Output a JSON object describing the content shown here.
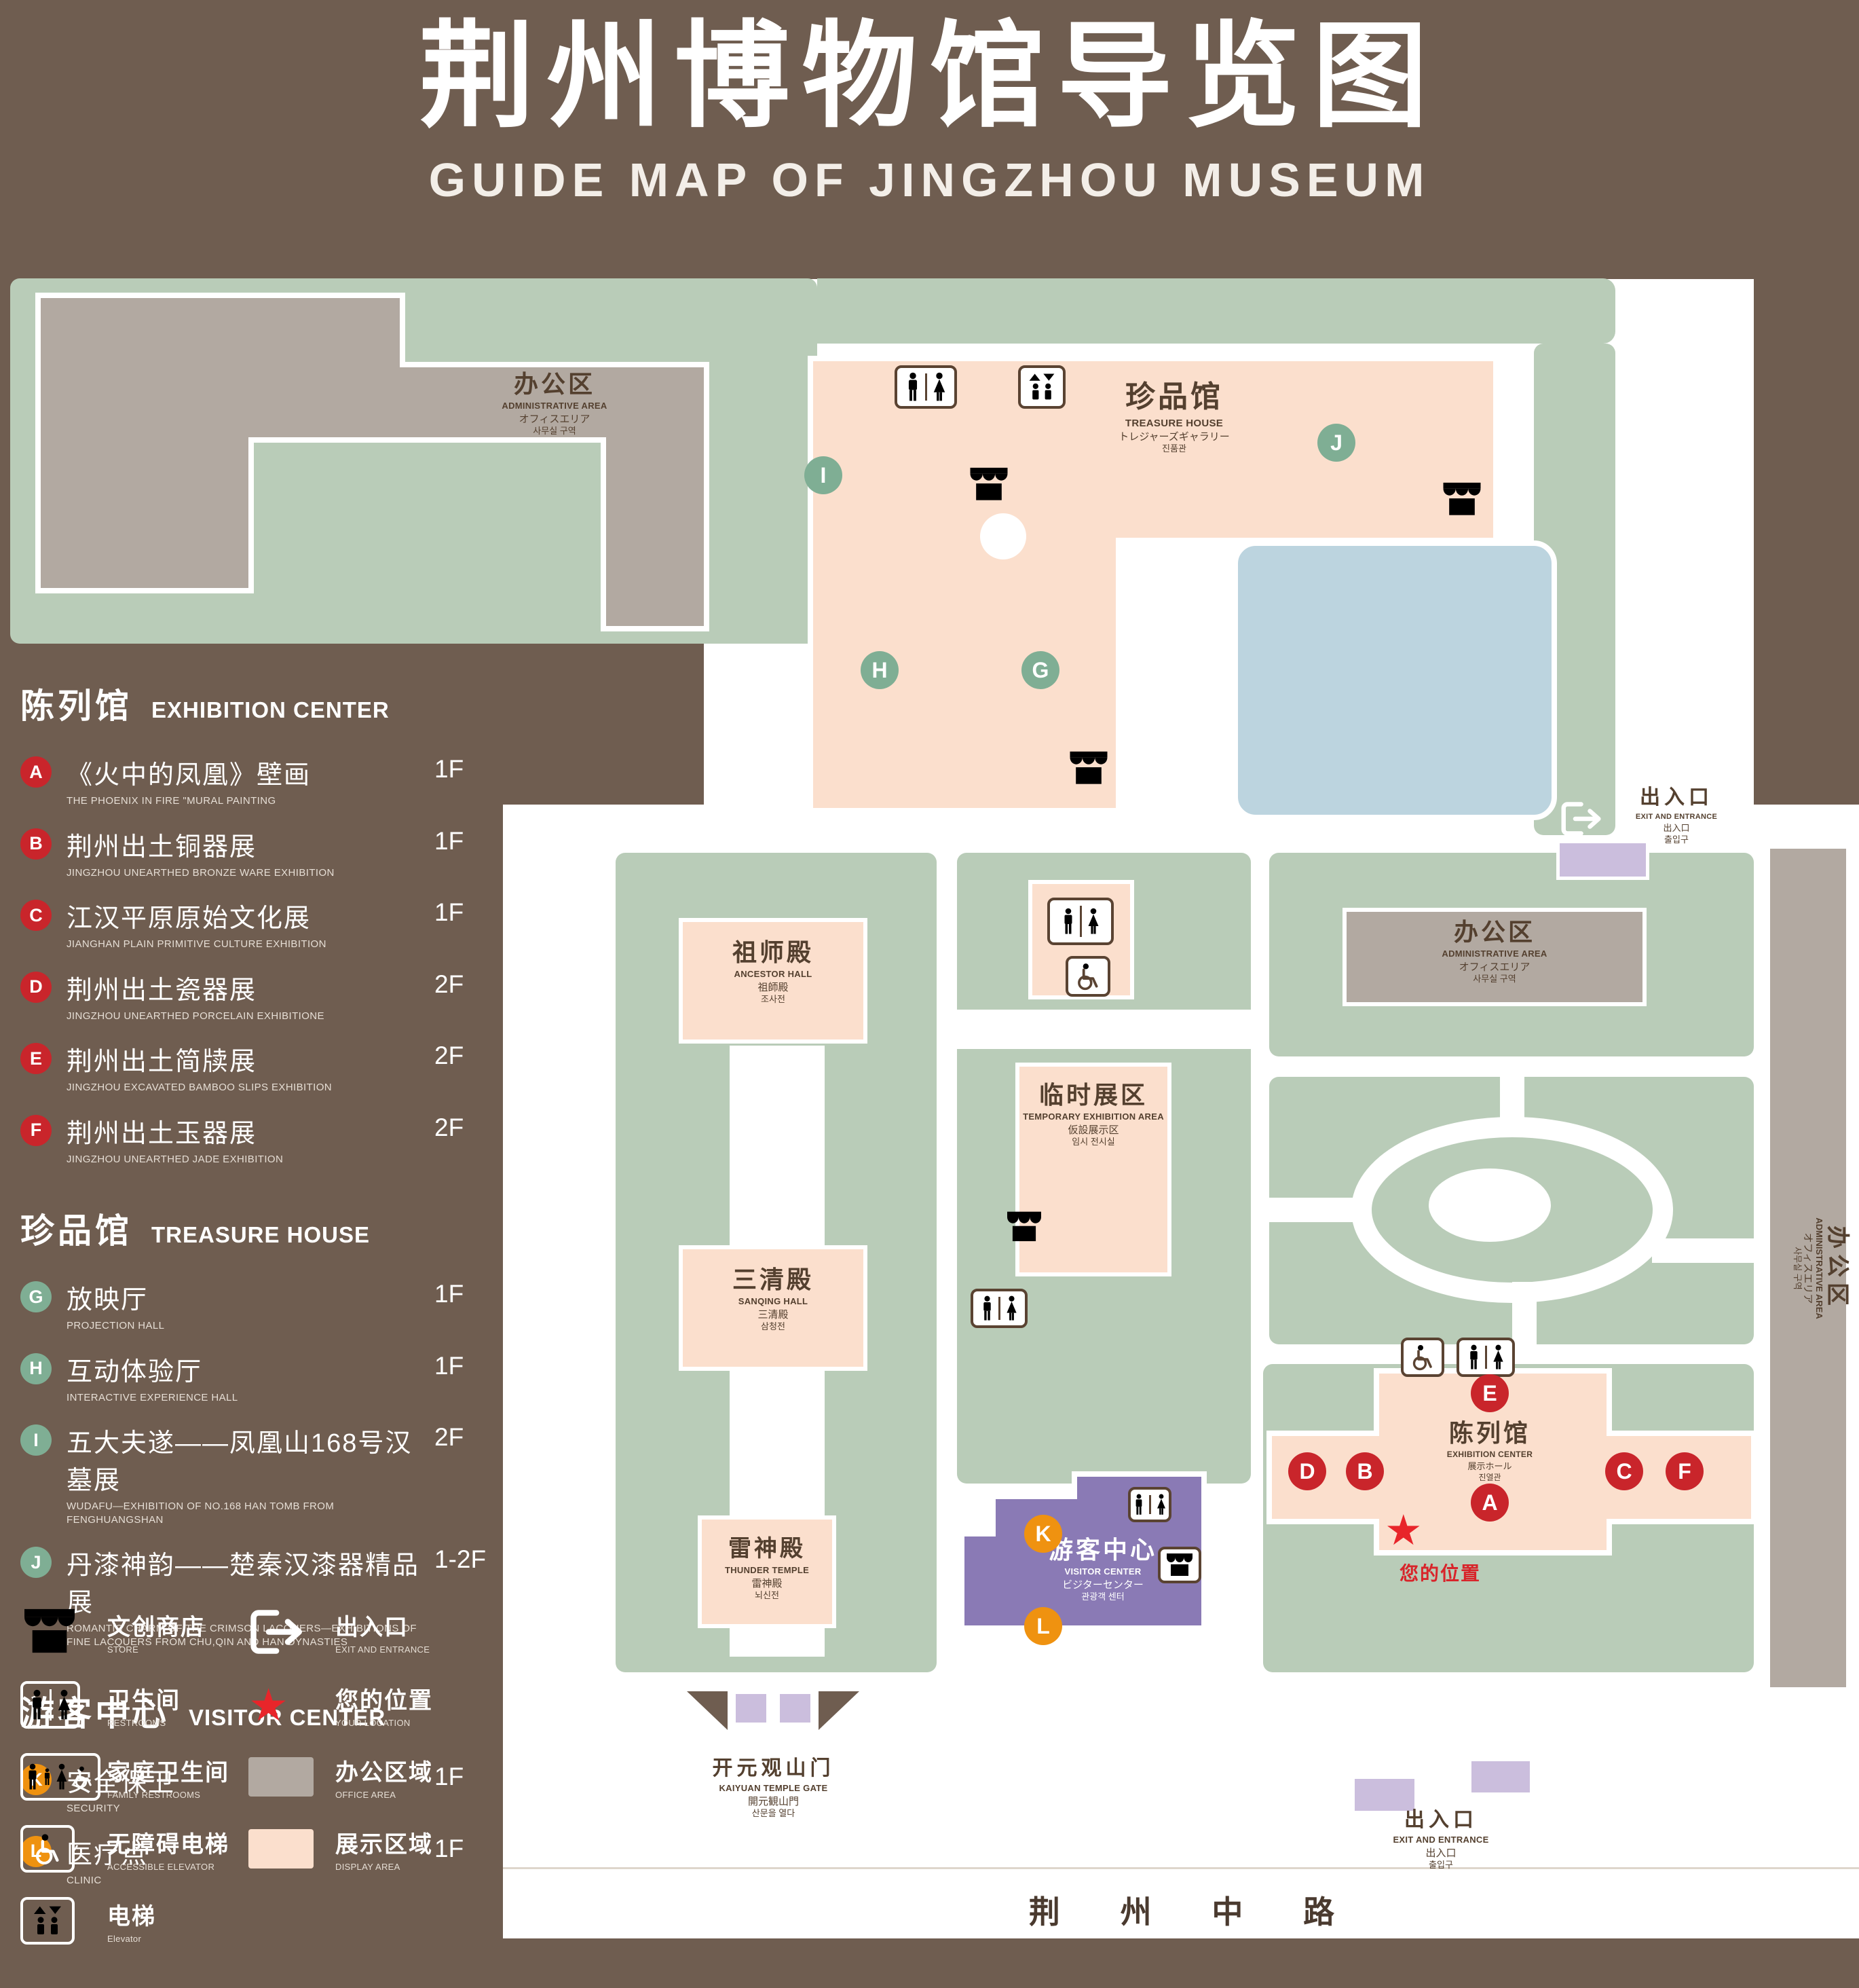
{
  "title": {
    "cn": "荆州博物馆导览图",
    "en": "GUIDE MAP OF JINGZHOU MUSEUM"
  },
  "colors": {
    "background": "#6F5D50",
    "lawn": "#B9CCB8",
    "display_area": "#FBDFCD",
    "office_area": "#B2A9A1",
    "visitor_center": "#8A7AB5",
    "entrance_block": "#CBBEDD",
    "pond": "#BCD4DF",
    "marker_red": "#C9252B",
    "marker_green": "#7FAE94",
    "marker_orange": "#EF9210",
    "accent_red": "#D8242A"
  },
  "legend": {
    "sections": [
      {
        "title_cn": "陈列馆",
        "title_en": "EXHIBITION CENTER",
        "items": [
          {
            "key": "A",
            "cn": "《火中的凤凰》壁画",
            "en": "THE PHOENIX IN FIRE \"MURAL PAINTING",
            "floor": "1F"
          },
          {
            "key": "B",
            "cn": "荆州出土铜器展",
            "en": "JINGZHOU UNEARTHED BRONZE WARE EXHIBITION",
            "floor": "1F"
          },
          {
            "key": "C",
            "cn": "江汉平原原始文化展",
            "en": "JIANGHAN PLAIN PRIMITIVE CULTURE EXHIBITION",
            "floor": "1F"
          },
          {
            "key": "D",
            "cn": "荆州出土瓷器展",
            "en": "JINGZHOU UNEARTHED PORCELAIN EXHIBITIONE",
            "floor": "2F"
          },
          {
            "key": "E",
            "cn": "荆州出土简牍展",
            "en": "JINGZHOU EXCAVATED BAMBOO SLIPS EXHIBITION",
            "floor": "2F"
          },
          {
            "key": "F",
            "cn": "荆州出土玉器展",
            "en": "JINGZHOU UNEARTHED JADE EXHIBITION",
            "floor": "2F"
          }
        ]
      },
      {
        "title_cn": "珍品馆",
        "title_en": "TREASURE HOUSE",
        "items": [
          {
            "key": "G",
            "cn": "放映厅",
            "en": "PROJECTION HALL",
            "floor": "1F"
          },
          {
            "key": "H",
            "cn": "互动体验厅",
            "en": "INTERACTIVE EXPERIENCE HALL",
            "floor": "1F"
          },
          {
            "key": "I",
            "cn": "五大夫遂——凤凰山168号汉墓展",
            "en": "WUDAFU—EXHIBITION OF NO.168 HAN TOMB FROM FENGHUANGSHAN",
            "floor": "2F"
          },
          {
            "key": "J",
            "cn": "丹漆神韵——楚秦汉漆器精品展",
            "en": "ROMANTIC CHARM OF THE CRIMSON LACQUERS—EXHIBITIONS OF FINE LACQUERS FROM CHU,QIN AND HAN DYNASTIES",
            "floor": "1-2F"
          }
        ]
      },
      {
        "title_cn": "游客中心",
        "title_en": "VISITOR CENTER",
        "items": [
          {
            "key": "K",
            "cn": "安全保卫",
            "en": "SECURITY",
            "floor": "1F"
          },
          {
            "key": "L",
            "cn": "医疗点",
            "en": "CLINIC",
            "floor": "1F"
          }
        ]
      }
    ],
    "symbols": [
      {
        "cn": "文创商店",
        "en": "STORE",
        "icon": "store-icon"
      },
      {
        "cn": "出入口",
        "en": "EXIT AND ENTRANCE",
        "icon": "exit-icon"
      },
      {
        "cn": "卫生间",
        "en": "RESTROOMS",
        "icon": "restroom-icon"
      },
      {
        "cn": "您的位置",
        "en": "YOUR LOCATION",
        "icon": "location-star-icon"
      },
      {
        "cn": "家庭卫生间",
        "en": "FAMILY RESTROOMS",
        "icon": "family-restroom-icon"
      },
      {
        "cn": "办公区域",
        "en": "OFFICE AREA",
        "icon": "office-swatch"
      },
      {
        "cn": "无障碍电梯",
        "en": "ACCESSIBLE ELEVATOR",
        "icon": "accessible-elevator-icon"
      },
      {
        "cn": "展示区域",
        "en": "DISPLAY AREA",
        "icon": "display-swatch"
      },
      {
        "cn": "电梯",
        "en": "Elevator",
        "icon": "elevator-icon"
      }
    ]
  },
  "map": {
    "labels": {
      "admin_top_left": {
        "cn": "办公区",
        "en": "ADMINISTRATIVE AREA",
        "jp": "オフィスエリア",
        "kr": "사무실 구역"
      },
      "treasure_house": {
        "cn": "珍品馆",
        "en": "TREASURE HOUSE",
        "jp": "トレジャーズギャラリー",
        "kr": "진품관"
      },
      "exit_right": {
        "cn": "出入口",
        "en": "EXIT AND ENTRANCE",
        "jp": "出入口",
        "kr": "출입구"
      },
      "admin_right": {
        "cn": "办公区",
        "en": "ADMINISTRATIVE AREA",
        "jp": "オフィスエリア",
        "kr": "사무실 구역"
      },
      "admin_far_right": {
        "cn": "办公区",
        "en": "ADMINISTRATIVE AREA",
        "jp": "オフィスエリア",
        "kr": "사무실 구역"
      },
      "ancestor_hall": {
        "cn": "祖师殿",
        "en": "ANCESTOR HALL",
        "jp": "祖師殿",
        "kr": "조사전"
      },
      "temporary_area": {
        "cn": "临时展区",
        "en": "TEMPORARY EXHIBITION AREA",
        "jp": "仮設展示区",
        "kr": "임시 전시실"
      },
      "sanqing_hall": {
        "cn": "三清殿",
        "en": "SANQING HALL",
        "jp": "三清殿",
        "kr": "삼청전"
      },
      "thunder_temple": {
        "cn": "雷神殿",
        "en": "THUNDER TEMPLE",
        "jp": "雷神殿",
        "kr": "뇌신전"
      },
      "visitor_center": {
        "cn": "游客中心",
        "en": "VISITOR CENTER",
        "jp": "ビジターセンター",
        "kr": "관광객 센터"
      },
      "exhibition_center": {
        "cn": "陈列馆",
        "en": "EXHIBITION CENTER",
        "jp": "展示ホール",
        "kr": "진열관"
      },
      "your_location": {
        "cn": "您的位置"
      },
      "gate": {
        "cn": "开元观山门",
        "en": "KAIYUAN TEMPLE GATE",
        "jp": "開元観山門",
        "kr": "산문을 열다"
      },
      "exit_bottom": {
        "cn": "出入口",
        "en": "EXIT AND ENTRANCE",
        "jp": "出入口",
        "kr": "출입구"
      },
      "road": {
        "cn": "荆 州 中 路"
      }
    },
    "markers": {
      "A": "A",
      "B": "B",
      "C": "C",
      "D": "D",
      "E": "E",
      "F": "F",
      "G": "G",
      "H": "H",
      "I": "I",
      "J": "J",
      "K": "K",
      "L": "L"
    }
  }
}
